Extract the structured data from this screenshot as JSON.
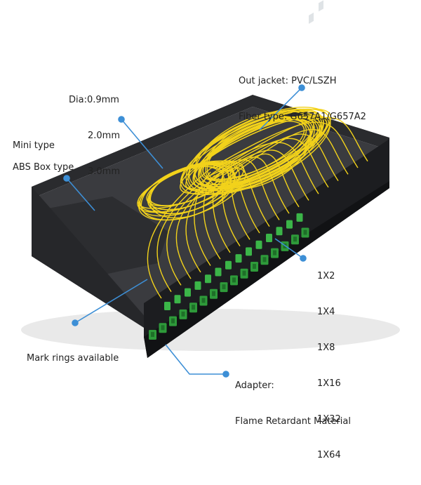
{
  "labels": {
    "jacket_line1": "Out jacket: PVC/LSZH",
    "jacket_line2": "Fiber type: G657A1/G657A2",
    "dia_line1": "Dia:0.9mm",
    "dia_line2": "2.0mm",
    "dia_line3": "3.0mm",
    "mini_type": "Mini type",
    "abs_box": "ABS Box type",
    "ratio_1": "1X2",
    "ratio_2": "1X4",
    "ratio_3": "1X8",
    "ratio_4": "1X16",
    "ratio_5": "1X32",
    "ratio_6": "1X64",
    "mark_rings": "Mark rings available",
    "adapter_line1": "Adapter:",
    "adapter_line2": "Flame Retardant Material"
  },
  "colors": {
    "callout": "#3d8fd6",
    "box_body": "#2a2b2e",
    "box_front": "#1c1d20",
    "box_floor": "#3a3b3f",
    "fiber": "#f2d21b",
    "adapter": "#2e9a3a"
  }
}
